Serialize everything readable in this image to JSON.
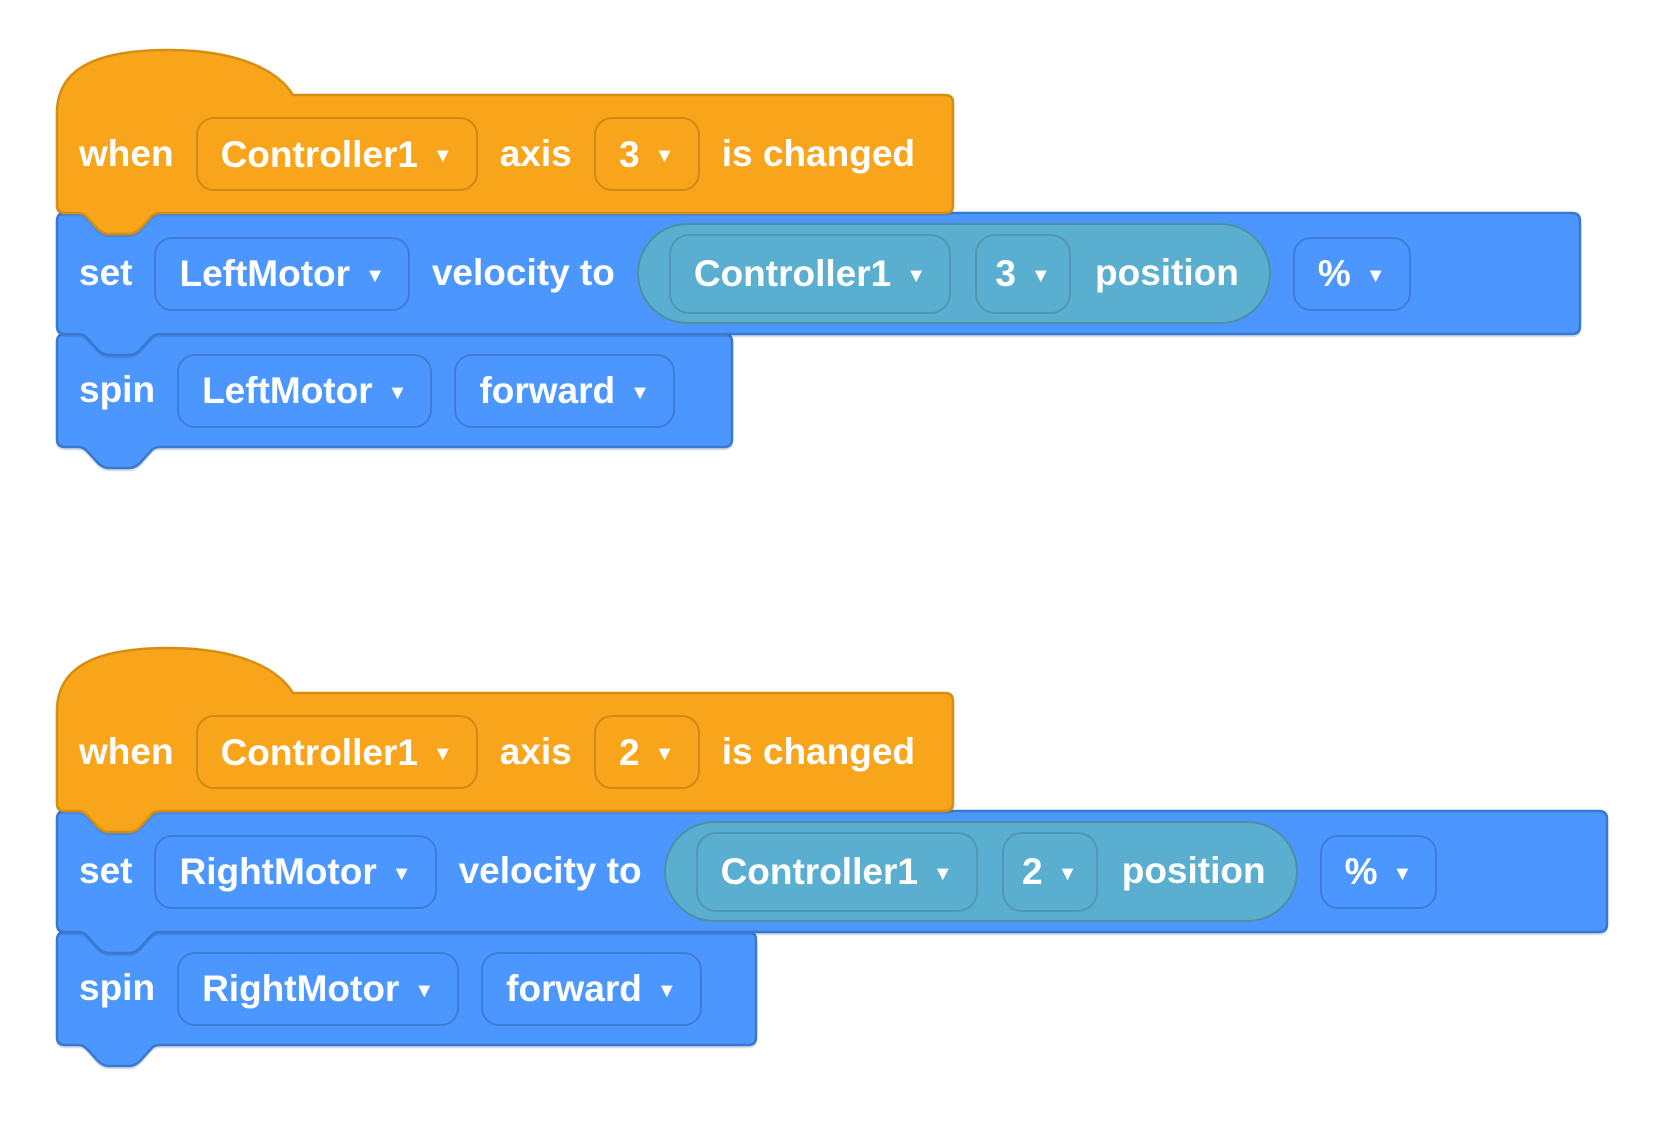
{
  "workspace": {
    "background": "#FFFFFF"
  },
  "colors": {
    "hat_fill": "#F9A51B",
    "hat_stroke": "#D68E10",
    "action_fill": "#4C97FF",
    "action_stroke": "#3878CF",
    "reporter_fill": "#5AAFD0",
    "reporter_stroke": "#4E8FA6",
    "text": "#FFFFFF"
  },
  "glyphs": {
    "dropdown_caret": "▼"
  },
  "stacks": [
    {
      "hat": {
        "when": "when",
        "controller": "Controller1",
        "axis_label": "axis",
        "axis": "3",
        "suffix": "is changed"
      },
      "set_velocity": {
        "verb": "set",
        "motor": "LeftMotor",
        "velocity_to": "velocity to",
        "unit": "%",
        "reporter": {
          "controller": "Controller1",
          "axis": "3",
          "position_label": "position"
        }
      },
      "spin": {
        "verb": "spin",
        "motor": "LeftMotor",
        "direction": "forward"
      }
    },
    {
      "hat": {
        "when": "when",
        "controller": "Controller1",
        "axis_label": "axis",
        "axis": "2",
        "suffix": "is changed"
      },
      "set_velocity": {
        "verb": "set",
        "motor": "RightMotor",
        "velocity_to": "velocity to",
        "unit": "%",
        "reporter": {
          "controller": "Controller1",
          "axis": "2",
          "position_label": "position"
        }
      },
      "spin": {
        "verb": "spin",
        "motor": "RightMotor",
        "direction": "forward"
      }
    }
  ]
}
